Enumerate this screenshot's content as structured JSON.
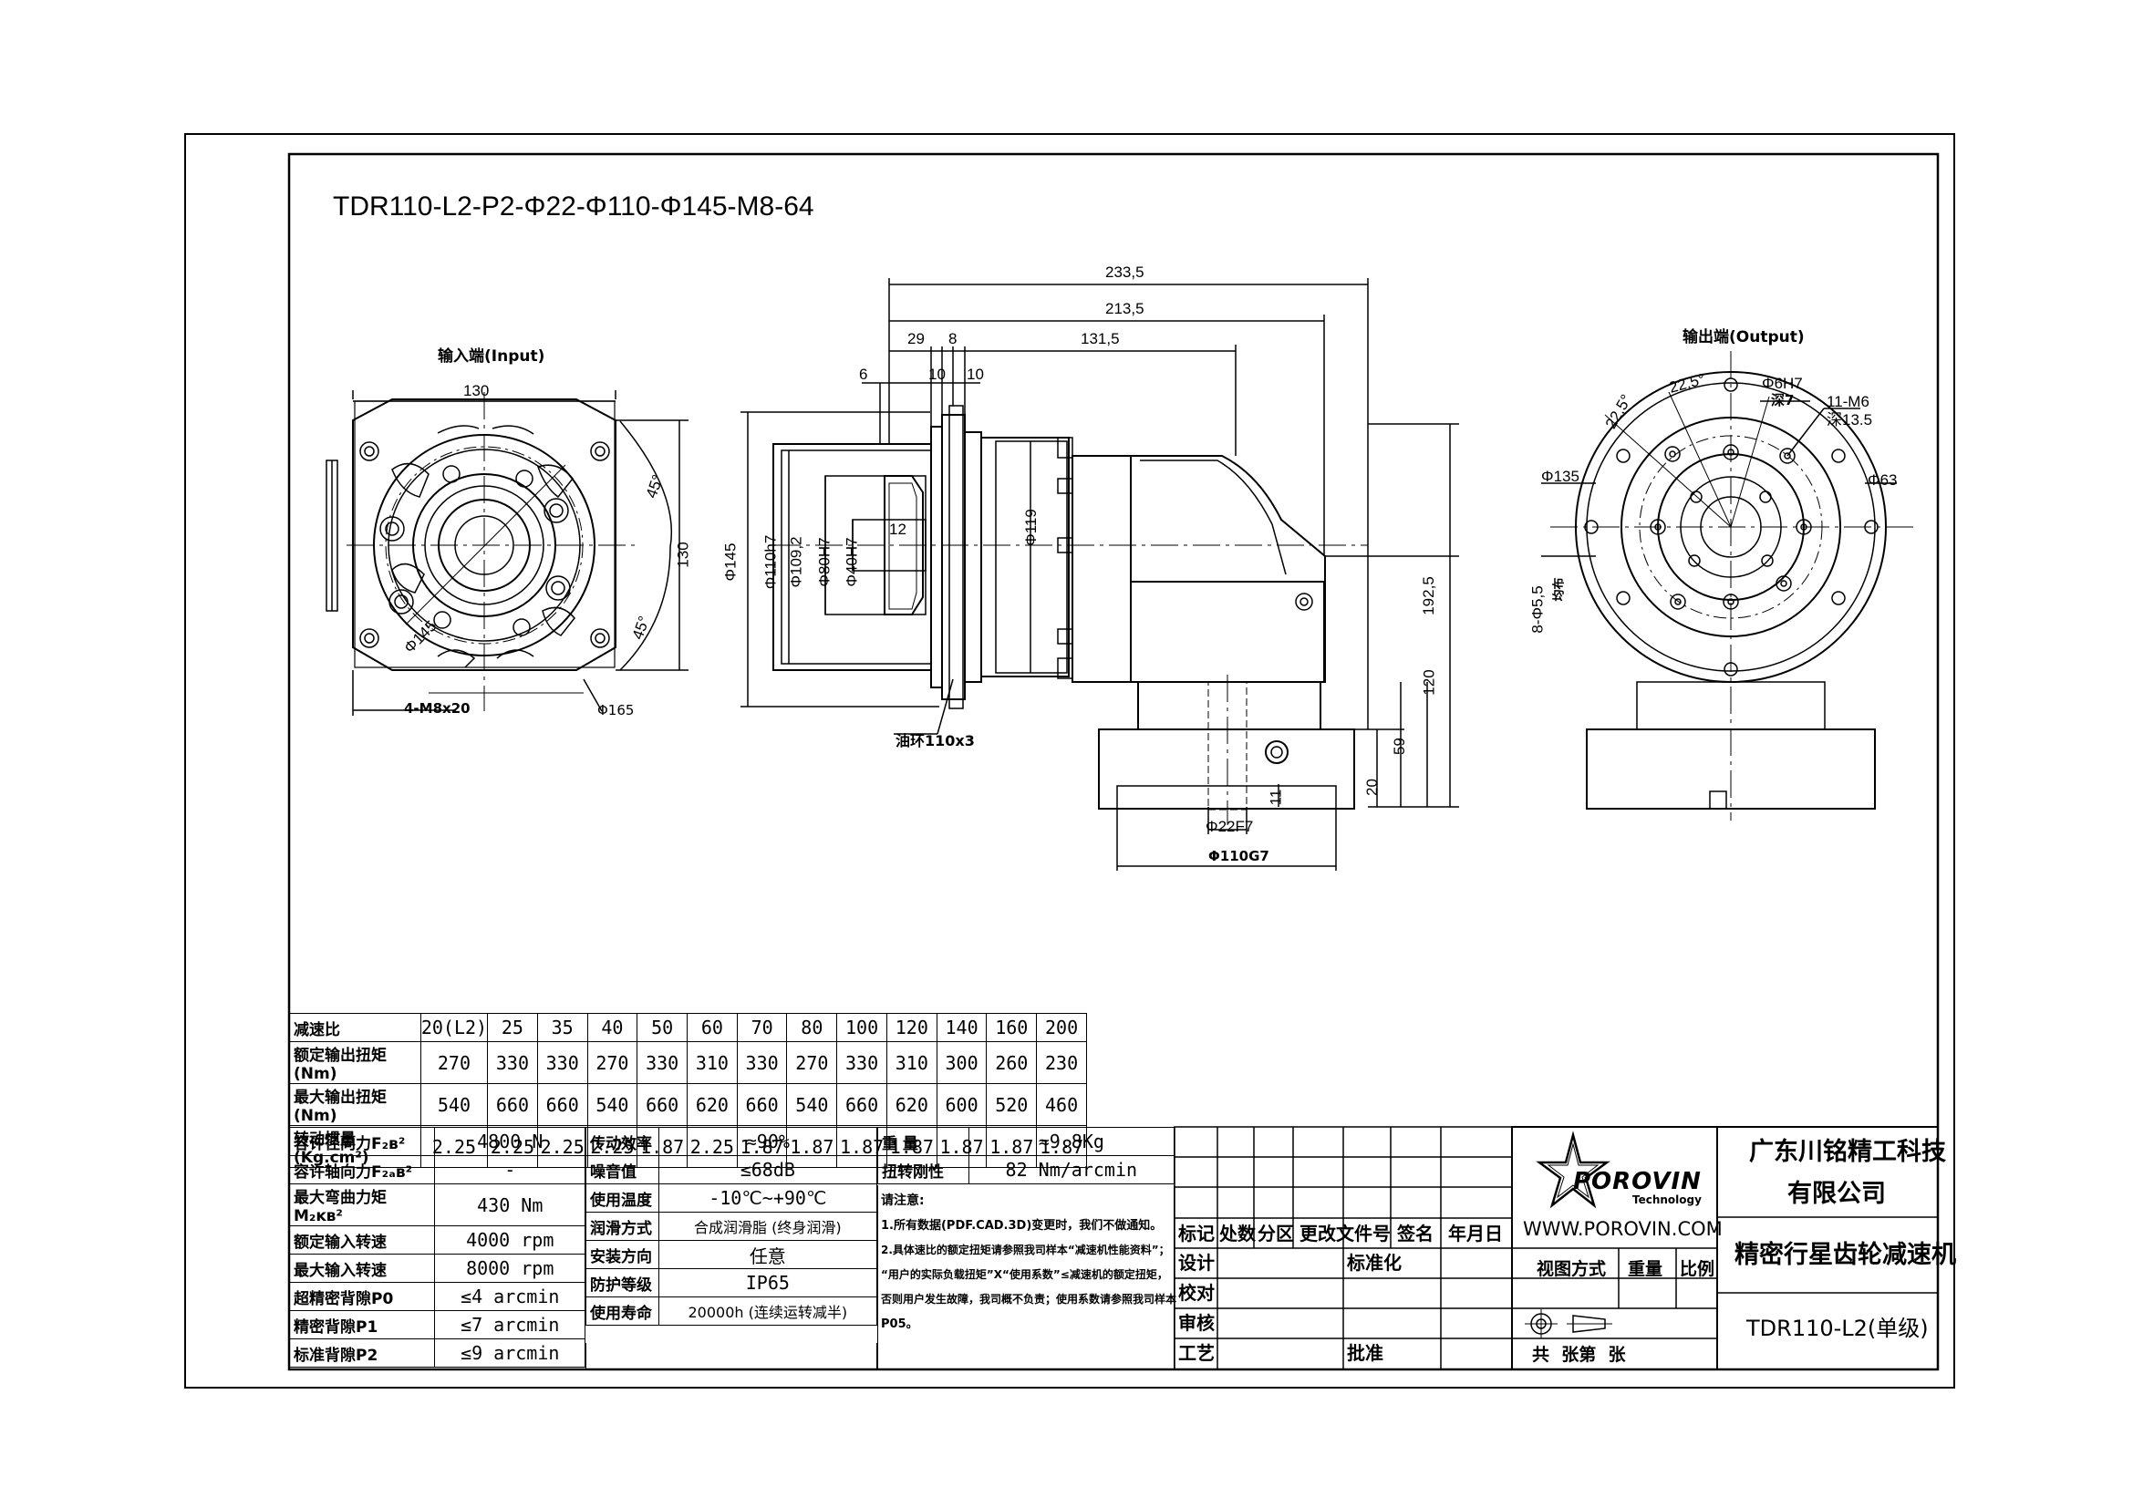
{
  "title": "TDR110-L2-P2-Φ22-Φ110-Φ145-M8-64",
  "views": {
    "input_label": "输入端(Input)",
    "output_label": "输出端(Output)"
  },
  "input_dims": {
    "width": "130",
    "height": "130",
    "angle_top": "45°",
    "angle_bottom": "45°",
    "pcd": "Φ145",
    "thread": "4-M8x20",
    "dia": "Φ165"
  },
  "side_dims": {
    "d233": "233,5",
    "d213": "213,5",
    "d131": "131,5",
    "d29": "29",
    "d8": "8",
    "d6": "6",
    "d10a": "10",
    "d10b": "10",
    "d12": "12",
    "phi145": "Φ145",
    "phi110h7": "Φ110h7",
    "phi109": "Φ109,2",
    "phi80": "Φ80H7",
    "phi40": "Φ40H7",
    "phi119": "Φ119",
    "d192": "192,5",
    "d120": "120",
    "d59": "59",
    "d20": "20",
    "d11": "11",
    "phi22": "Φ22F7",
    "phi110g7": "Φ110G7",
    "oring": "油环110x3"
  },
  "output_dims": {
    "a1": "22,5°",
    "a2": "22,5°",
    "phi6": "Φ6H7",
    "deep7": "深7",
    "m6": "11-M6",
    "deep13": "深13.5",
    "phi135": "Φ135",
    "phi63": "Φ63",
    "holes": "8-Φ5,5",
    "through": "均布"
  },
  "ratio_table": {
    "headers": [
      "减速比",
      "20(L2)",
      "25",
      "35",
      "40",
      "50",
      "60",
      "70",
      "80",
      "100",
      "120",
      "140",
      "160",
      "200"
    ],
    "rows": [
      [
        "额定输出扭矩(Nm)",
        "270",
        "330",
        "330",
        "270",
        "330",
        "310",
        "330",
        "270",
        "330",
        "310",
        "300",
        "260",
        "230"
      ],
      [
        "最大输出扭矩(Nm)",
        "540",
        "660",
        "660",
        "540",
        "660",
        "620",
        "660",
        "540",
        "660",
        "620",
        "600",
        "520",
        "460"
      ],
      [
        "转动惯量(Kg.cm²)",
        "2.25",
        "2.25",
        "2.25",
        "2.25",
        "1.87",
        "2.25",
        "1.87",
        "1.87",
        "1.87",
        "1.87",
        "1.87",
        "1.87",
        "1.87"
      ]
    ]
  },
  "spec_left": [
    [
      "容许径向力F₂ʙ²",
      "4800 N"
    ],
    [
      "容许轴向力F₂ₐʙ²",
      "-"
    ],
    [
      "最大弯曲力矩M₂ᴋʙ²",
      "430 Nm"
    ],
    [
      "额定输入转速",
      "4000 rpm"
    ],
    [
      "最大输入转速",
      "8000 rpm"
    ],
    [
      "超精密背隙P0",
      "≤4 arcmin"
    ],
    [
      "精密背隙P1",
      "≤7 arcmin"
    ],
    [
      "标准背隙P2",
      "≤9 arcmin"
    ]
  ],
  "spec_mid": [
    [
      "传动效率",
      "≈90%"
    ],
    [
      "噪音值",
      "≤68dB"
    ],
    [
      "使用温度",
      "-10℃~+90℃"
    ],
    [
      "润滑方式",
      "合成润滑脂 (终身润滑)"
    ],
    [
      "安装方向",
      "任意"
    ],
    [
      "防护等级",
      "IP65"
    ],
    [
      "使用寿命",
      "20000h (连续运转减半)"
    ]
  ],
  "spec_right": [
    [
      "重 量",
      "≈9.8Kg"
    ],
    [
      "扭转刚性",
      "82 Nm/arcmin"
    ]
  ],
  "notes": {
    "heading": "请注意:",
    "line1": "1.所有数据(PDF.CAD.3D)变更时，我们不做通知。",
    "line2": "2.具体速比的额定扭矩请参照我司样本“减速机性能资料”；",
    "line3": "“用户的实际负载扭矩”X“使用系数”≤减速机的额定扭矩，",
    "line4": "否则用户发生故障，我司概不负责；使用系数请参照我司样本",
    "line5": "P05。"
  },
  "title_block": {
    "rev_headers": [
      "标记",
      "处数",
      "分区",
      "更改文件号",
      "签名",
      "年月日"
    ],
    "design": "设计",
    "standard": "标准化",
    "check": "校对",
    "review": "审核",
    "process": "工艺",
    "approve": "批准",
    "company": "广东川铭精工科技",
    "company2": "有限公司",
    "product": "精密行星齿轮减速机",
    "model": "TDR110-L2(单级)",
    "website": "WWW.POROVIN.COM",
    "logo_text": "POROVIN",
    "logo_sub": "Technology",
    "view_method": "视图方式",
    "weight": "重量",
    "scale": "比例",
    "sheets": "共  张第  张"
  }
}
